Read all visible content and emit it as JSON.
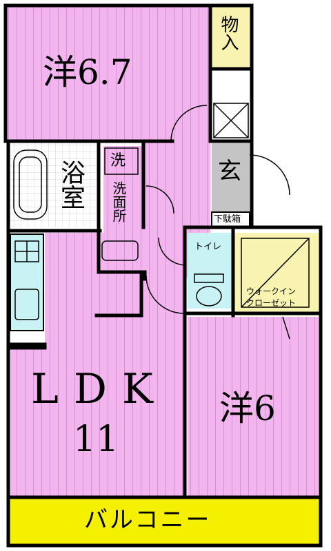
{
  "rooms": {
    "western_1": "洋6.7",
    "storage": "物入",
    "entrance": "玄",
    "shoe_box": "下駄箱",
    "bath": "浴室",
    "washer": "洗",
    "washroom": "洗面所",
    "toilet": "トイレ",
    "walk_in_closet_line1": "ウォークイン",
    "walk_in_closet_line2": "クローゼット",
    "ldk": "LDK",
    "ldk_size": "11",
    "western_2": "洋6",
    "balcony": "バルコニー"
  },
  "colors": {
    "room_pink": "#f2b5ee",
    "stripe_pink": "#d98fd3",
    "closet_yellow": "#f8f3b0",
    "balcony_yellow": "#f5f000",
    "kitchen_cyan": "#c9f2f5",
    "entrance_gray": "#c4c4c4",
    "wall": "#000000"
  }
}
